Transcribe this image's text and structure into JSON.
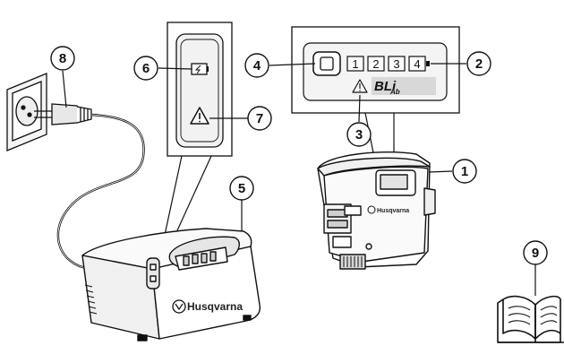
{
  "callouts": {
    "c1": "1",
    "c2": "2",
    "c3": "3",
    "c4": "4",
    "c5": "5",
    "c6": "6",
    "c7": "7",
    "c8": "8",
    "c9": "9"
  },
  "battery_panel": {
    "leds": [
      "1",
      "2",
      "3",
      "4"
    ],
    "model": "BLi",
    "model_suffix": "Ab"
  },
  "brand": {
    "charger": "Husqvarna",
    "battery": "Husqvarna"
  },
  "colors": {
    "line": "#111111",
    "panel_fill": "#f2f2f2",
    "body_fill": "#ffffff",
    "shadow": "#d9d9d9"
  }
}
